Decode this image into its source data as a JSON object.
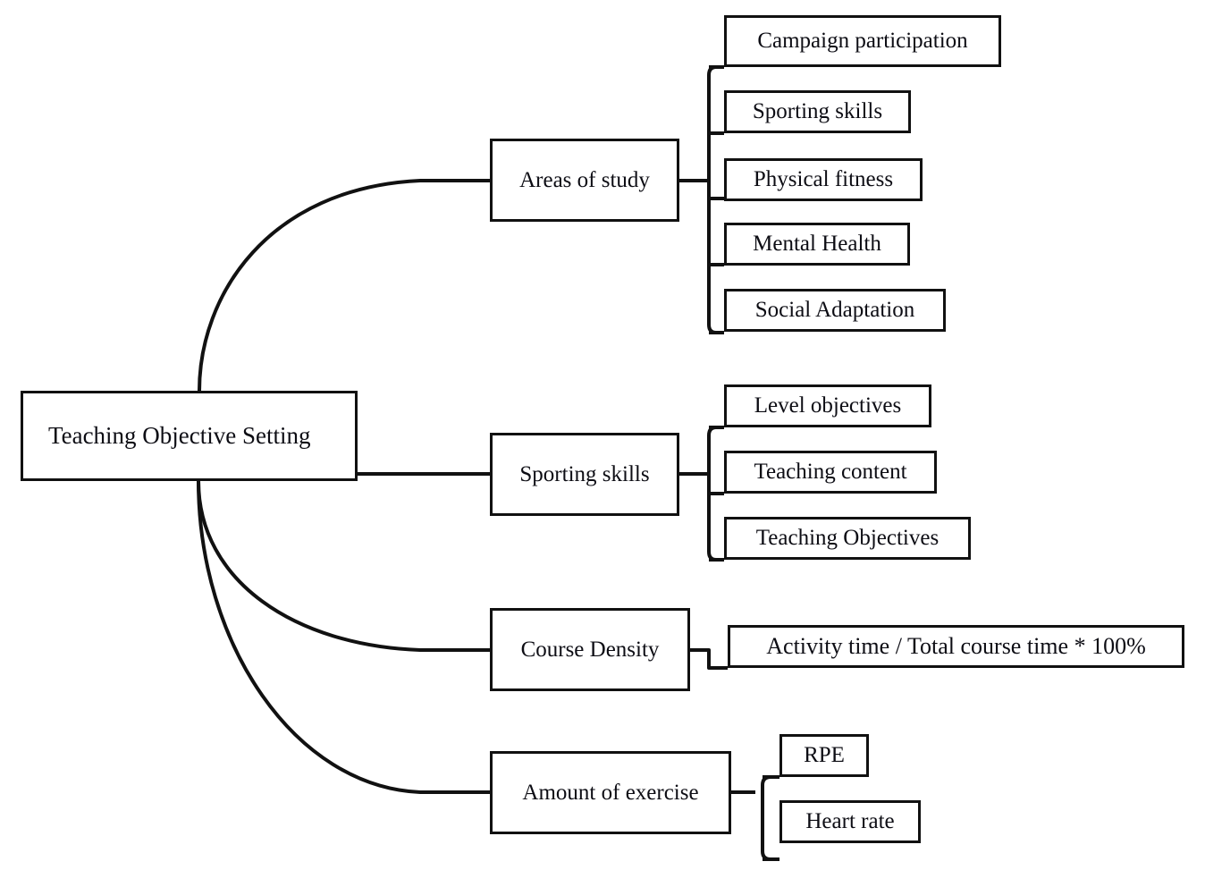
{
  "diagram": {
    "title": "Teaching Objective Setting",
    "type": "mind-map",
    "root": {
      "label": "Teaching Objective Setting"
    },
    "branches": [
      {
        "label": "Areas of study",
        "children": [
          {
            "label": "Campaign participation"
          },
          {
            "label": "Sporting skills"
          },
          {
            "label": "Physical fitness"
          },
          {
            "label": "Mental Health"
          },
          {
            "label": "Social Adaptation"
          }
        ]
      },
      {
        "label": "Sporting skills",
        "children": [
          {
            "label": "Level objectives"
          },
          {
            "label": "Teaching content"
          },
          {
            "label": "Teaching Objectives"
          }
        ]
      },
      {
        "label": "Course Density",
        "children": [
          {
            "label": "Activity time / Total course time * 100%"
          }
        ]
      },
      {
        "label": "Amount of exercise",
        "children": [
          {
            "label": "RPE"
          },
          {
            "label": "Heart rate"
          }
        ]
      }
    ],
    "colors": {
      "stroke": "#111111",
      "text": "#0d0d14",
      "background": "#ffffff"
    }
  }
}
